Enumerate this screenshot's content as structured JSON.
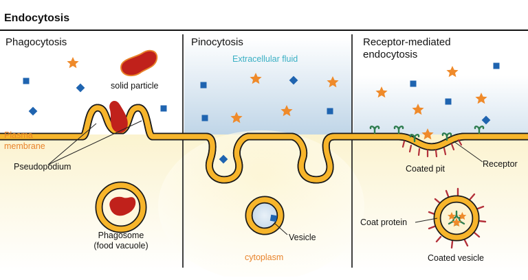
{
  "title": "Endocytosis",
  "panels": {
    "phagocytosis": {
      "heading": "Phagocytosis",
      "solid_particle": "solid particle",
      "plasma_membrane_line1": "Plasma",
      "plasma_membrane_line2": "membrane",
      "pseudopodium": "Pseudopodium",
      "phagosome_line1": "Phagosome",
      "phagosome_line2": "(food vacuole)"
    },
    "pinocytosis": {
      "heading": "Pinocytosis",
      "extracellular_fluid": "Extracellular fluid",
      "vesicle": "Vesicle",
      "cytoplasm": "cytoplasm"
    },
    "receptor_mediated": {
      "heading_line1": "Receptor-mediated",
      "heading_line2": "endocytosis",
      "coated_pit": "Coated pit",
      "receptor": "Receptor",
      "coat_protein": "Coat protein",
      "coated_vesicle": "Coated vesicle"
    }
  },
  "colors": {
    "membrane_fill": "#f7b52b",
    "membrane_outline": "#1a1a1a",
    "particle": "#c0211b",
    "star": "#ef8a2a",
    "square": "#1f64b0",
    "receptor": "#2e7d4f",
    "coat_protein": "#b3303a",
    "label_orange": "#e8832a",
    "label_blue": "#3ab0c4"
  }
}
